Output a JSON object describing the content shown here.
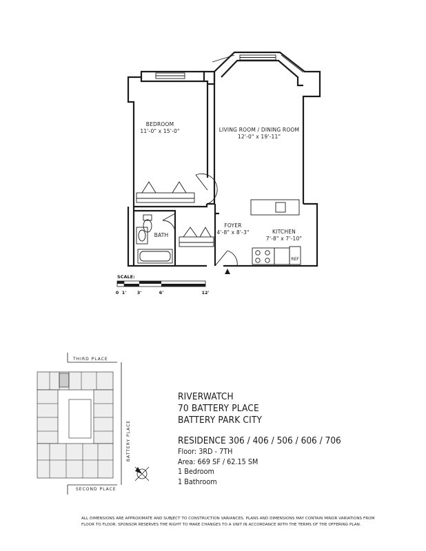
{
  "floorplan": {
    "rooms": {
      "bedroom": {
        "name": "BEDROOM",
        "dims": "11'-0\" x 15'-0\""
      },
      "living": {
        "name": "LIVING ROOM / DINING ROOM",
        "dims": "12'-0\" x 19'-11\""
      },
      "foyer": {
        "name": "FOYER",
        "dims": "4'-8\" x 8'-3\""
      },
      "kitchen": {
        "name": "KITCHEN",
        "dims": "7'-8\" x 7'-10\""
      },
      "bath": {
        "name": "BATH"
      },
      "ref": "REF"
    },
    "scale": {
      "label": "SCALE:",
      "ticks": [
        "0",
        "1'",
        "3'",
        "6'",
        "12'"
      ]
    }
  },
  "keyplan": {
    "street_top": "THIRD PLACE",
    "street_bottom": "SECOND PLACE",
    "street_right": "BATTERY PLACE"
  },
  "building": {
    "name": "RIVERWATCH",
    "address": "70 BATTERY PLACE",
    "neighborhood": "BATTERY PARK CITY"
  },
  "residence": {
    "title": "RESIDENCE 306 / 406 / 506 / 606 / 706",
    "floor": "Floor:  3RD - 7TH",
    "area": "Area:  669 SF / 62.15 SM",
    "bedrooms": "1 Bedroom",
    "bathrooms": "1 Bathroom"
  },
  "disclaimer": {
    "line1": "ALL DIMENSIONS ARE APPROXIMATE AND SUBJECT TO CONSTRUCTION VARIANCES.  PLANS AND DIMENSIONS MAY CONTAIN MINOR VARIATIONS FROM",
    "line2": "FLOOR TO FLOOR.  SPONSOR RESERVES THE RIGHT TO MAKE CHANGES TO A UNIT IN ACCORDANCE  WITH THE TERMS OF THE OFFERING PLAN."
  }
}
